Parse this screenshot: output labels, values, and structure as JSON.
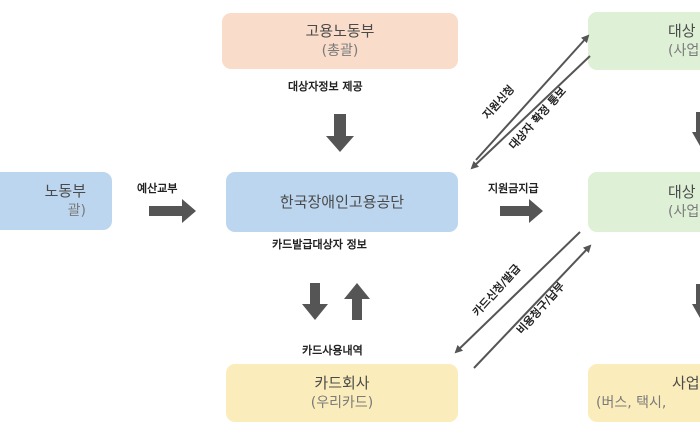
{
  "boxes": {
    "moel_top": {
      "title": "고용노동부",
      "sub": "(총괄)"
    },
    "moel_left": {
      "title": "노동부",
      "sub": "괄)"
    },
    "kead": {
      "title": "한국장애인고용공단"
    },
    "card_company": {
      "title": "카드회사",
      "sub": "(우리카드)"
    },
    "target_top": {
      "title": "대상",
      "sub": "(사업"
    },
    "target_mid": {
      "title": "대상",
      "sub": "(사업"
    },
    "business": {
      "title": "사업",
      "sub": "(버스, 택시,"
    }
  },
  "labels": {
    "target_info": "대상자정보 제공",
    "budget": "예산교부",
    "card_target_info": "카드발급대상자 정보",
    "card_usage": "카드사용내역",
    "subsidy_payment": "지원금지급",
    "apply_support": "지원신청",
    "confirm_notice": "대상자 확정 통보",
    "card_apply_issue": "카드신청/발급",
    "claim_pay": "비용청구/납부"
  },
  "colors": {
    "orange": "#f9dcc9",
    "blue": "#bcd6ef",
    "green": "#def0d6",
    "yellow": "#fbedbb",
    "arrow": "#555555"
  }
}
